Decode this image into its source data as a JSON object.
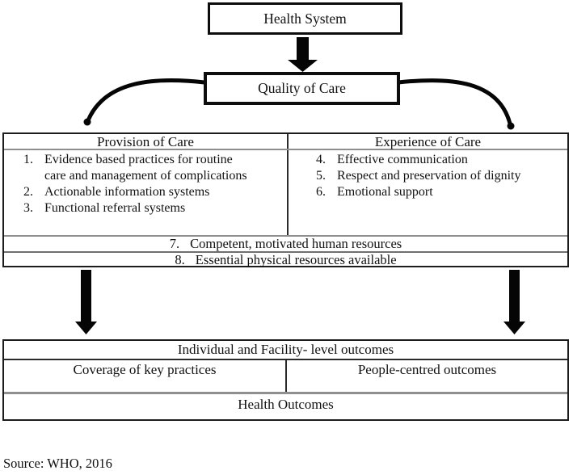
{
  "colors": {
    "border": "#000000",
    "grid_line": "#8f8f8f",
    "background": "#ffffff"
  },
  "nodes": {
    "health_system": "Health System",
    "quality_of_care": "Quality of Care"
  },
  "care_matrix": {
    "provision": {
      "header": "Provision of Care",
      "items": [
        {
          "num": "1.",
          "text": "Evidence based practices for routine care and management of complications"
        },
        {
          "num": "2.",
          "text": "Actionable information systems"
        },
        {
          "num": "3.",
          "text": "Functional referral systems"
        }
      ]
    },
    "experience": {
      "header": "Experience of Care",
      "items": [
        {
          "num": "4.",
          "text": "Effective communication"
        },
        {
          "num": "5.",
          "text": "Respect and preservation of dignity"
        },
        {
          "num": "6.",
          "text": "Emotional support"
        }
      ]
    },
    "cross_cutting": [
      {
        "num": "7.",
        "text": "Competent, motivated human resources"
      },
      {
        "num": "8.",
        "text": "Essential physical resources available"
      }
    ]
  },
  "outcomes": {
    "header": "Individual and Facility- level outcomes",
    "left_cell": "Coverage of key practices",
    "right_cell": "People-centred outcomes",
    "footer": "Health Outcomes"
  },
  "source": "Source: WHO, 2016"
}
